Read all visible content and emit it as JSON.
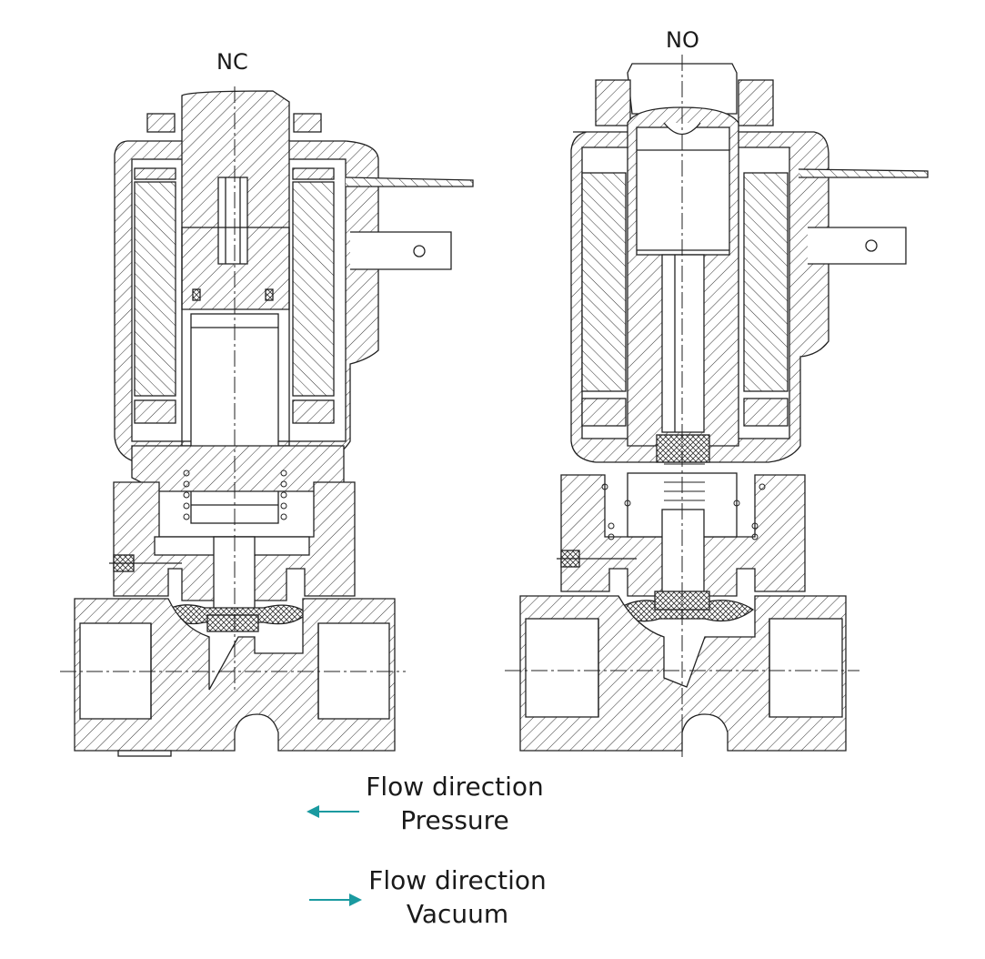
{
  "valves": {
    "nc": {
      "label": "NC"
    },
    "no": {
      "label": "NO"
    }
  },
  "legend": {
    "pressure": {
      "line1": "Flow direction",
      "line2": "Pressure",
      "direction": "left",
      "color": "#1a9aa0"
    },
    "vacuum": {
      "line1": "Flow direction",
      "line2": "Vacuum",
      "direction": "right",
      "color": "#1a9aa0"
    }
  },
  "colors": {
    "line": "#222222",
    "arrow": "#1a9aa0"
  }
}
